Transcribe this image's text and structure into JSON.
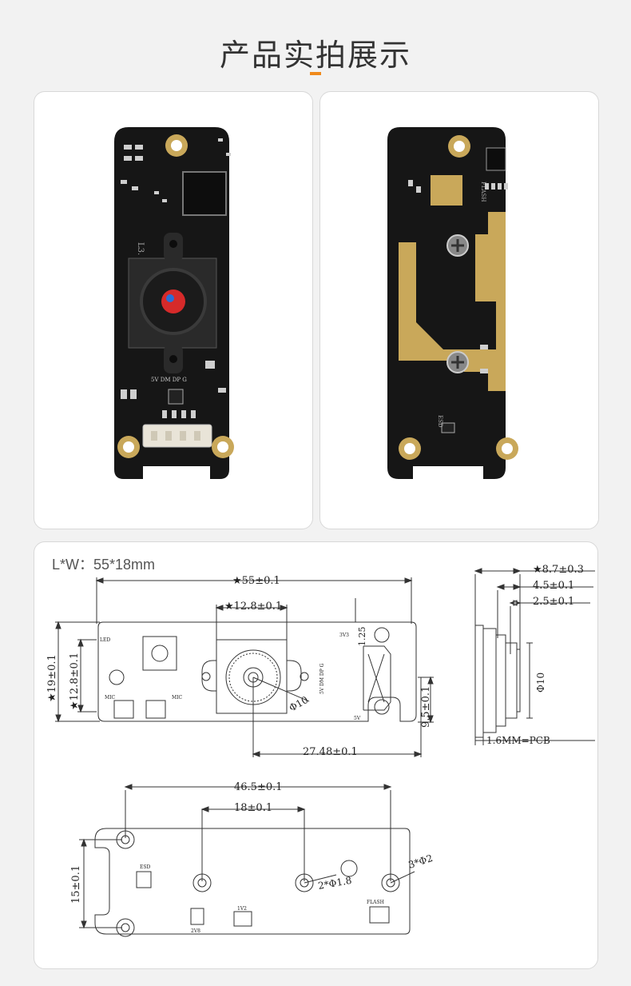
{
  "page": {
    "title": "产品实拍展示",
    "accent_color": "#f08a1c"
  },
  "photos": {
    "front": {
      "labels": {
        "l3": "L3.",
        "pins": "5V DM DP G"
      }
    },
    "back": {
      "labels": {
        "flash": "FLASH",
        "esd": "ESD"
      }
    }
  },
  "drawing": {
    "lw": "L*W：55*18mm",
    "front_view": {
      "dims": {
        "length": "★55±0.1",
        "lens_width": "★12.8±0.1",
        "height": "★19±0.1",
        "inner_height": "★12.8±0.1",
        "lens_dia": "Φ10",
        "offset_x": "27.48±0.1",
        "offset_y": "9.5±0.1",
        "small": "1.25"
      },
      "labels": {
        "led": "LED",
        "mic1": "MIC",
        "mic2": "MIC",
        "v33": "3V3",
        "pins": "5V DM DP G",
        "v5": "5V"
      }
    },
    "side_view": {
      "dims": {
        "total": "★8.7±0.3",
        "d1": "4.5±0.1",
        "d2": "2.5±0.1",
        "pcb": "1.6MM=PCB",
        "lens": "Φ10"
      }
    },
    "back_view": {
      "dims": {
        "hole_span": "46.5±0.1",
        "screw_span": "18±0.1",
        "height": "15±0.1",
        "screw_dia": "2*Φ1.8",
        "hole_dia": "3*Φ2"
      },
      "labels": {
        "esd": "ESD",
        "flash": "FLASH",
        "v28": "2V8",
        "v12": "1V2"
      }
    }
  }
}
